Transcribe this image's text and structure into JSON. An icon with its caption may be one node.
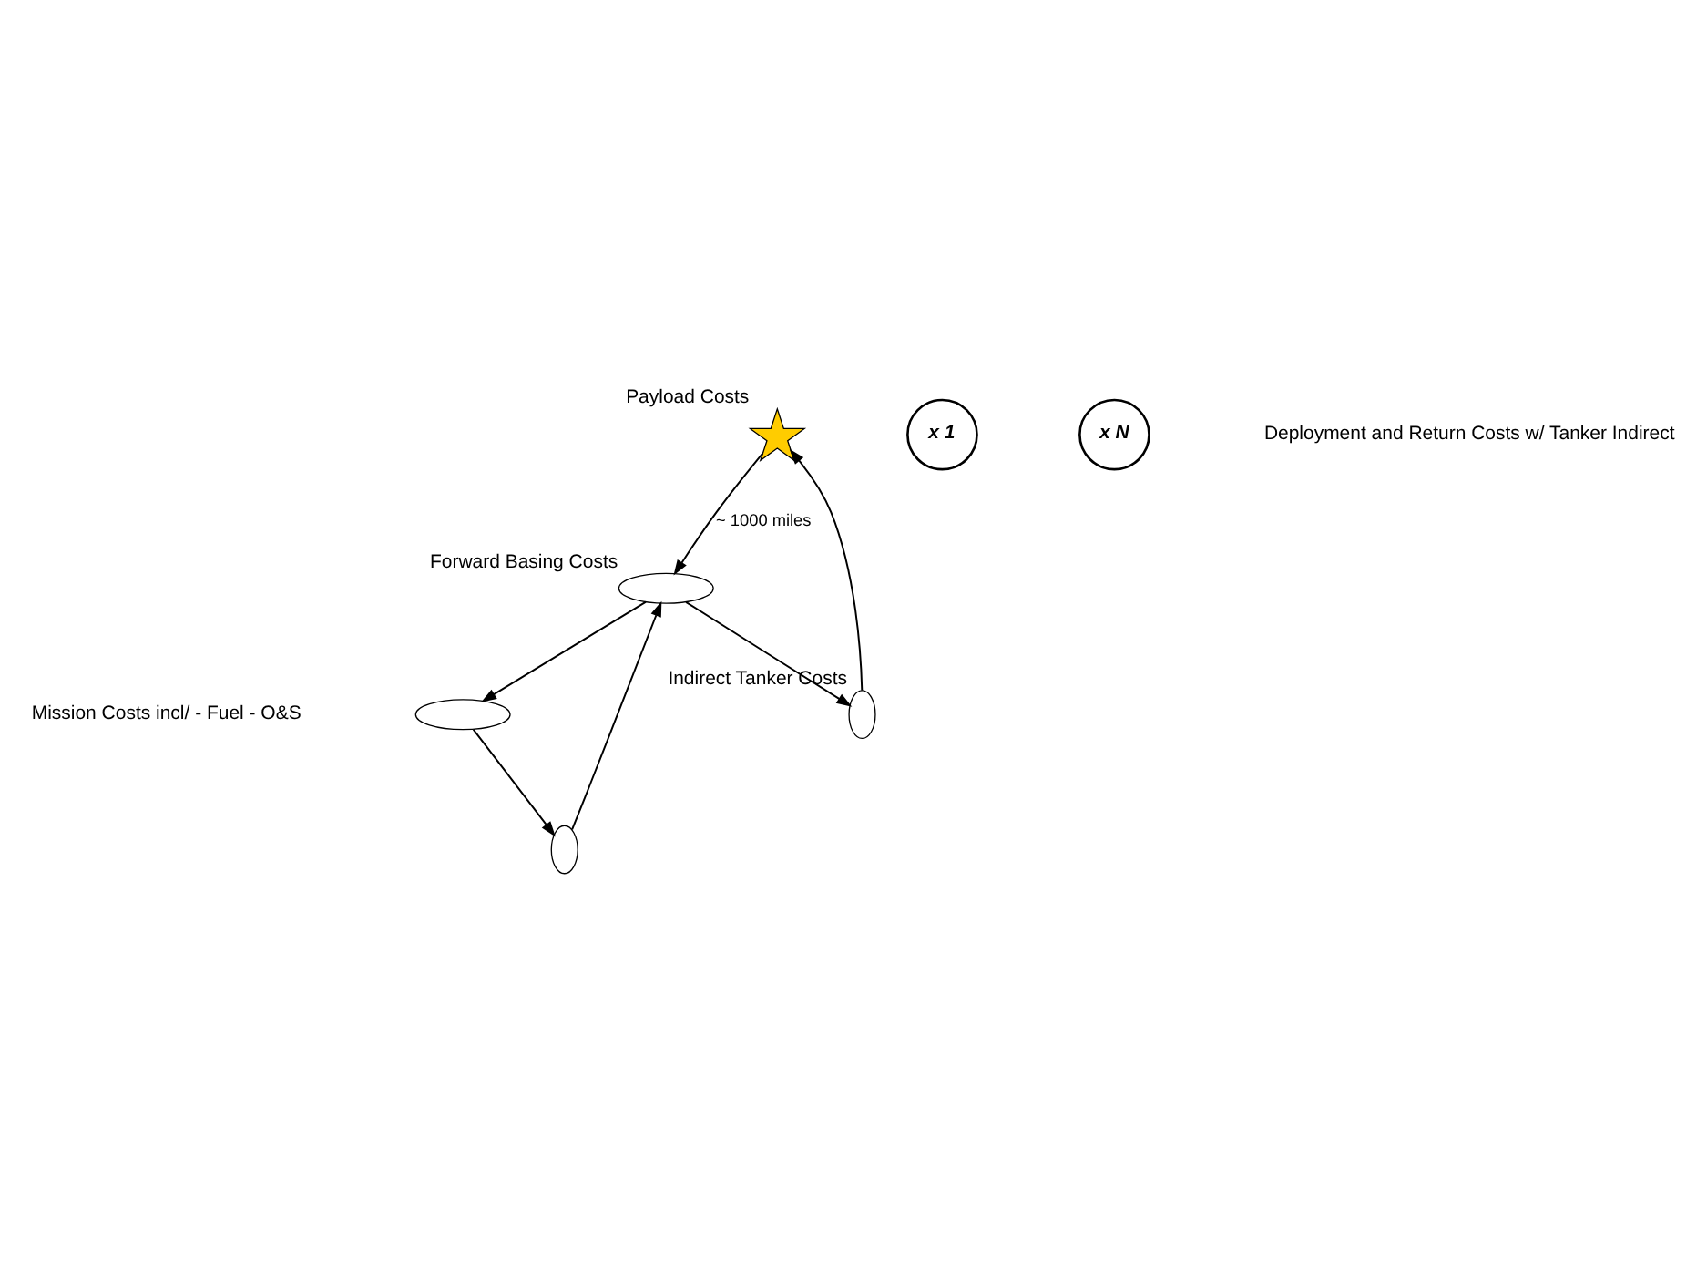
{
  "diagram": {
    "nodes": [
      {
        "text": [],
        "shape": "star",
        "beside": [
          "Payload Costs"
        ]
      },
      {
        "text": [],
        "shape": "ellipse"
      },
      {
        "text": [],
        "shape": "ellipse"
      },
      {
        "text": [
          "x 1"
        ]
      },
      {
        "text": [],
        "shape": "ellipse",
        "beside": [
          "Indirect Tanker Costs"
        ]
      },
      {
        "text": [
          "x N"
        ]
      },
      {
        "text": [],
        "shape": "ellipse",
        "beside": [
          "Forward Basing Costs"
        ]
      }
    ],
    "edges": [
      {
        "from": 2,
        "to": 1,
        "arrow": "to"
      },
      {
        "from": 1,
        "to": 6,
        "arrow": "to"
      },
      {
        "from": 6,
        "to": 2,
        "arrow": "to"
      },
      {
        "from": 0,
        "to": 6,
        "arrow": "to",
        "label": "~ 1000 miles"
      },
      {
        "from": 6,
        "to": 4,
        "arrow": "to"
      },
      {
        "from": 4,
        "to": 0,
        "arrow": "to"
      }
    ],
    "labels": [
      "Deployment and Return Costs w/ Tanker Indirect",
      "Mission Costs incl/ - Fuel - O&S"
    ]
  }
}
